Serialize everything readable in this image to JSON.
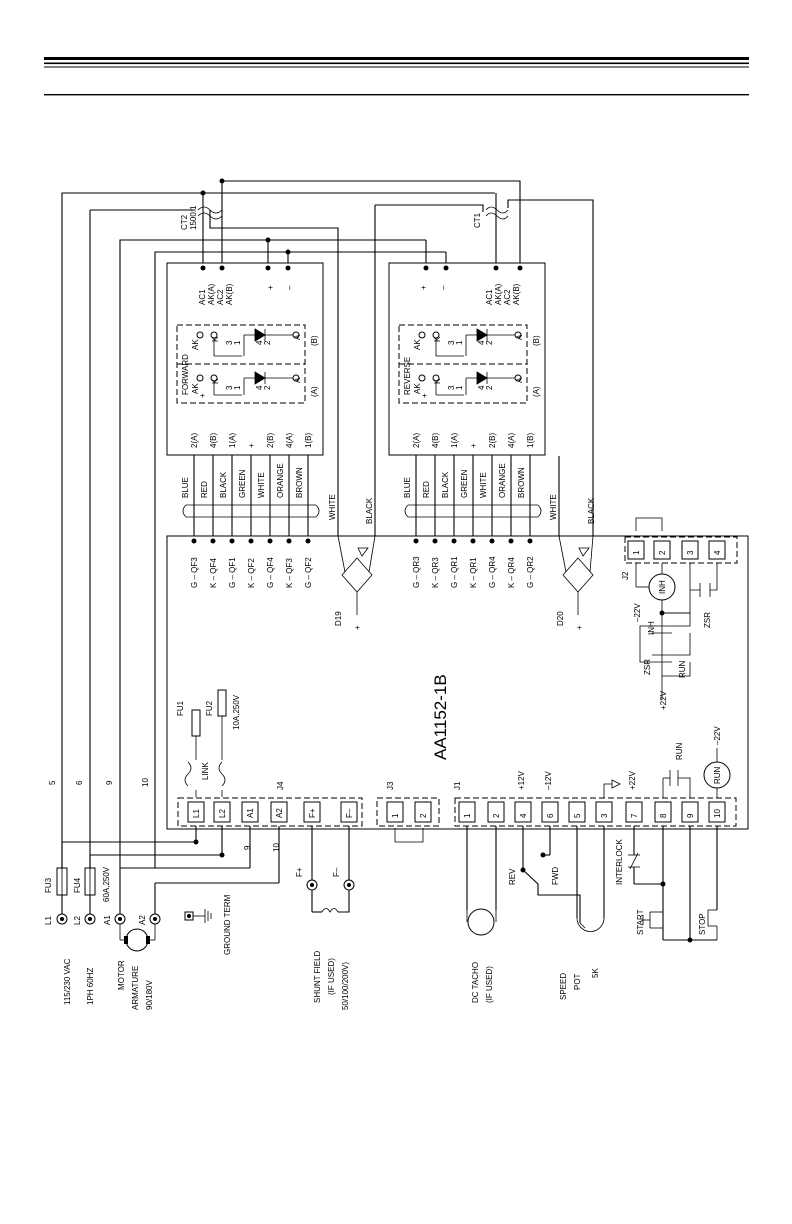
{
  "board": {
    "label": "AA1152-1B"
  },
  "ac_input": {
    "terminals": [
      "L1",
      "L2"
    ],
    "fuses": [
      "FU3",
      "FU4"
    ],
    "fuse_rating": "60A,250V",
    "supply_line1": "115/230 VAC",
    "supply_line2": "1PH 60HZ"
  },
  "motor": {
    "terminals": [
      "A1",
      "A2"
    ],
    "line1": "MOTOR",
    "line2": "ARMATURE",
    "line3": "90/180V"
  },
  "ground": {
    "label": "GROUND  TERM"
  },
  "shunt": {
    "terminals": [
      "F+",
      "F–"
    ],
    "line1": "SHUNT FIELD",
    "line2": "(IF USED)",
    "line3": "50/100/200V)"
  },
  "wire_numbers": {
    "w5": "5",
    "w6": "6",
    "w9a": "9",
    "w10a": "10",
    "w9b": "9",
    "w10b": "10"
  },
  "j4": {
    "label": "J4",
    "terminals": [
      "L1",
      "L2",
      "A1",
      "A2",
      "F+",
      "F–"
    ]
  },
  "j3": {
    "label": "J3",
    "terminals": [
      "1",
      "2"
    ]
  },
  "j1": {
    "label": "J1",
    "terminals": [
      "1",
      "2",
      "4",
      "6",
      "5",
      "3",
      "7",
      "8",
      "9",
      "10"
    ]
  },
  "j2": {
    "label": "J2",
    "terminals": [
      "1",
      "2",
      "3",
      "4"
    ]
  },
  "fuses_internal": {
    "fu1": "FU1",
    "fu2": "FU2",
    "rating": "10A,250V",
    "link": "LINK"
  },
  "j1_signals": {
    "p12": "+12V",
    "m12": "–12V",
    "p22": "+22V",
    "run": "RUN",
    "m22": "–22V"
  },
  "controls": {
    "rev": "REV",
    "fwd": "FWD",
    "interlock": "INTERLOCK",
    "start": "START",
    "stop": "STOP",
    "tacho1": "DC TACHO",
    "tacho2": "(IF USED)",
    "pot1": "SPEED",
    "pot2": "POT",
    "pot3": "5K",
    "run_coil": "RUN"
  },
  "j2_circuit": {
    "m22": "–22V",
    "inh_coil": "INH",
    "zsr_contact": "ZSR",
    "inh_contact": "INH",
    "zsr_contact2": "ZSR",
    "run_contact": "RUN",
    "p22": "+22V"
  },
  "ct": {
    "ct2_1": "CT2",
    "ct2_2": "1500:1",
    "ct1": "CT1"
  },
  "forward": {
    "title": "FORWARD",
    "top": [
      "AC1",
      "AK(A)",
      "AC2",
      "AK(B)"
    ],
    "plus": "+",
    "minus": "–",
    "pins": [
      "2(A)",
      "4(B)",
      "1(A)",
      "+",
      "2(B)",
      "4(A)",
      "1(B)"
    ],
    "wires": [
      "BLUE",
      "RED",
      "BLACK",
      "GREEN",
      "WHITE",
      "ORANGE",
      "BROWN"
    ],
    "signals": [
      "G – QF3",
      "K – QF4",
      "G – QF1",
      "K – QF2",
      "G – QF4",
      "K – QF3",
      "G – QF2"
    ],
    "ak1": "AK",
    "ak2": "AK",
    "k1": "K",
    "k2": "K",
    "a1": "A",
    "a2": "A",
    "n3": "3",
    "n1": "1",
    "n4": "4",
    "n2": "2",
    "n3b": "3",
    "n1b": "1",
    "n4b": "4",
    "n2b": "2",
    "sec_a": "(A)",
    "sec_b": "(B)",
    "plus_in": "+"
  },
  "reverse": {
    "title": "REVERSE",
    "top": [
      "AC1",
      "AK(A)",
      "AC2",
      "AK(B)"
    ],
    "plus": "+",
    "minus": "–",
    "pins": [
      "2(A)",
      "4(B)",
      "1(A)",
      "+",
      "2(B)",
      "4(A)",
      "1(B)"
    ],
    "wires": [
      "BLUE",
      "RED",
      "BLACK",
      "GREEN",
      "WHITE",
      "ORANGE",
      "BROWN"
    ],
    "signals": [
      "G – QR3",
      "K – QR3",
      "G – QR1",
      "K – QR1",
      "G – QR4",
      "K – QR4",
      "G – QR2"
    ],
    "ak1": "AK",
    "ak2": "AK",
    "k1": "K",
    "k2": "K",
    "a1": "A",
    "a2": "A",
    "n3": "3",
    "n1": "1",
    "n4": "4",
    "n2": "2",
    "n3b": "3",
    "n1b": "1",
    "n4b": "4",
    "n2b": "2",
    "sec_a": "(A)",
    "sec_b": "(B)",
    "plus_in": "+"
  },
  "bridges": {
    "d19": "D19",
    "d20": "D20",
    "white": "WHITE",
    "black": "BLACK",
    "plus": "+"
  }
}
